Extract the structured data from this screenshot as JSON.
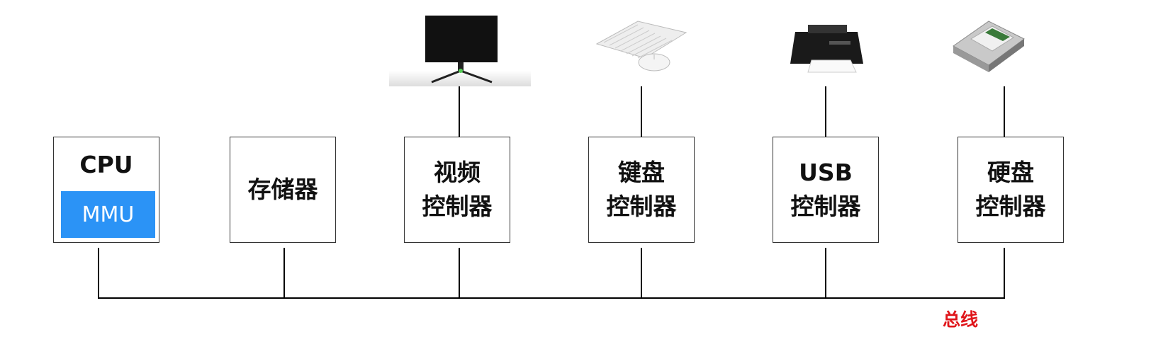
{
  "components": [
    {
      "id": "cpu",
      "title": "CPU",
      "sub": "MMU"
    },
    {
      "id": "memory",
      "lines": [
        "存储器"
      ]
    },
    {
      "id": "video",
      "lines": [
        "视频",
        "控制器"
      ]
    },
    {
      "id": "keyboard",
      "lines": [
        "键盘",
        "控制器"
      ]
    },
    {
      "id": "usb",
      "lines": [
        "USB",
        "控制器"
      ]
    },
    {
      "id": "disk",
      "lines": [
        "硬盘",
        "控制器"
      ]
    }
  ],
  "devices": [
    "monitor-icon",
    "keyboard-mouse-icon",
    "printer-icon",
    "hard-drive-icon"
  ],
  "bus_label": "总线",
  "colors": {
    "mmu": "#2b93f6",
    "bus_label": "#e0161b",
    "line": "#000000"
  }
}
